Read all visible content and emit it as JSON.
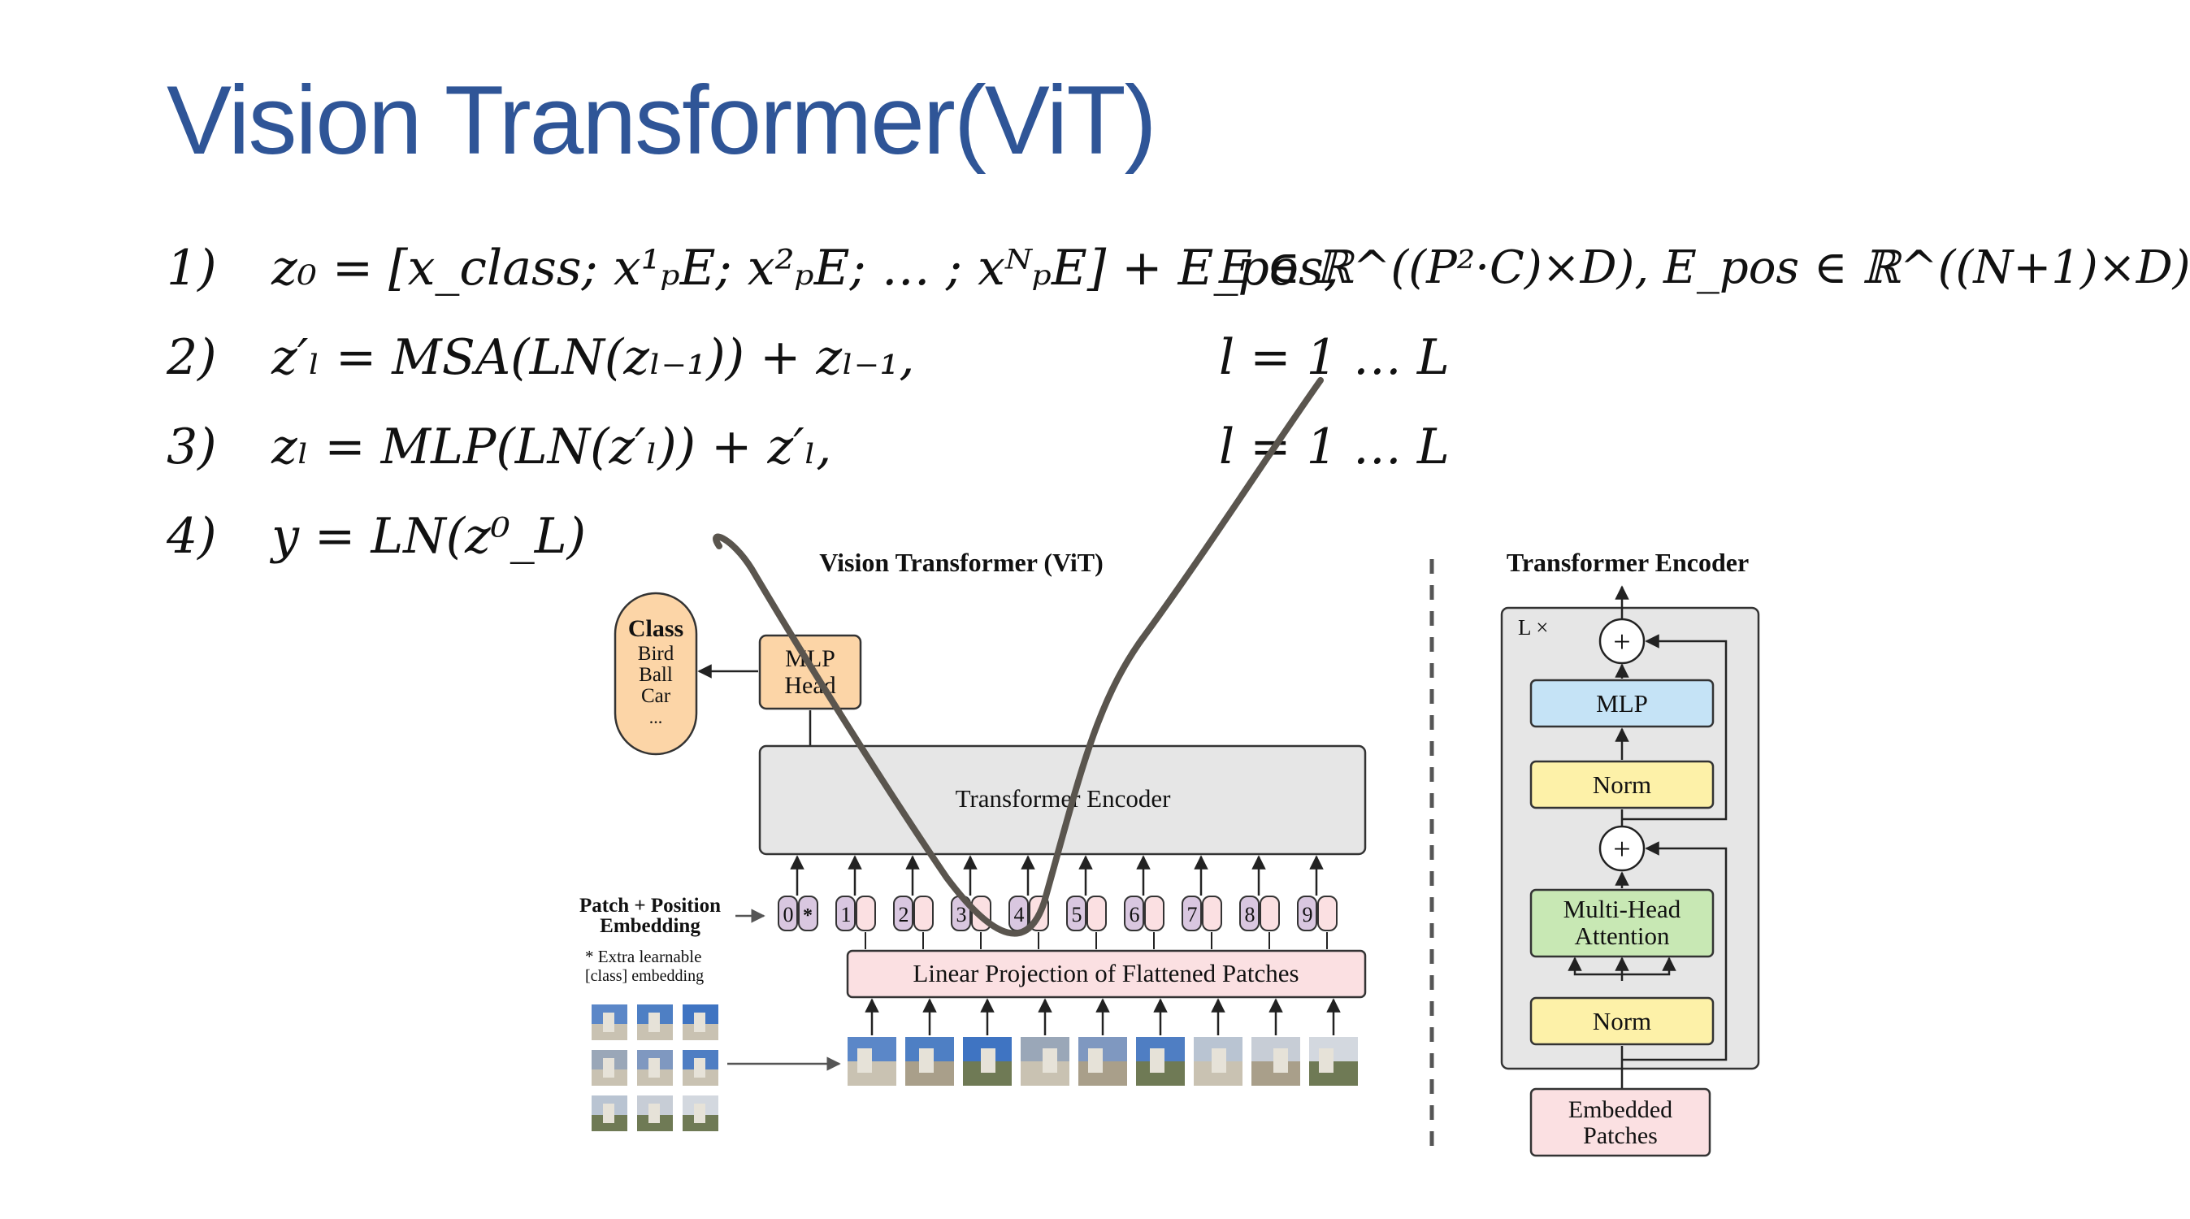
{
  "slide": {
    "title": "Vision Transformer(ViT)",
    "equations": [
      {
        "num": "1)",
        "expr": "z₀ = [x_class; x¹ₚE; x²ₚE; … ; xᴺₚE] + E_pos,",
        "domain": "E ∈ ℝ^((P²·C)×D), E_pos ∈ ℝ^((N+1)×D)"
      },
      {
        "num": "2)",
        "expr": "z′ₗ = MSA(LN(zₗ₋₁)) + zₗ₋₁,",
        "range": "l = 1 … L"
      },
      {
        "num": "3)",
        "expr": "zₗ = MLP(LN(z′ₗ)) + z′ₗ,",
        "range": "l = 1 … L"
      },
      {
        "num": "4)",
        "expr": "y = LN(z⁰_L)"
      }
    ]
  },
  "vit": {
    "title": "Vision Transformer (ViT)",
    "class_box": {
      "heading": "Class",
      "items": [
        "Bird",
        "Ball",
        "Car",
        "..."
      ]
    },
    "mlp_head": [
      "MLP",
      "Head"
    ],
    "encoder_label": "Transformer Encoder",
    "embed_label": [
      "Patch + Position",
      "Embedding"
    ],
    "extra_note": [
      "* Extra learnable",
      "[class] embedding"
    ],
    "token_labels": [
      "0",
      "1",
      "2",
      "3",
      "4",
      "5",
      "6",
      "7",
      "8",
      "9"
    ],
    "class_token_marker": "*",
    "projection_label": "Linear Projection of Flattened Patches"
  },
  "encoder_detail": {
    "title": "Transformer Encoder",
    "repeat_label": "L ×",
    "mlp_label": "MLP",
    "norm_label": "Norm",
    "attention_label": [
      "Multi-Head",
      "Attention"
    ],
    "input_label": [
      "Embedded",
      "Patches"
    ],
    "plus": "+"
  },
  "colors": {
    "title": "#2f5597",
    "class_box": "#fcd5a7",
    "mlp_head": "#fcd5a7",
    "encoder_box": "#e6e6e6",
    "position_token": "#d9c7e0",
    "patch_token": "#fbe0e2",
    "projection": "#fbe0e2",
    "mlp": "#c5e3f6",
    "norm": "#fdf1a8",
    "attention": "#c8e8b4",
    "annotation_stroke": "#5a554e"
  }
}
